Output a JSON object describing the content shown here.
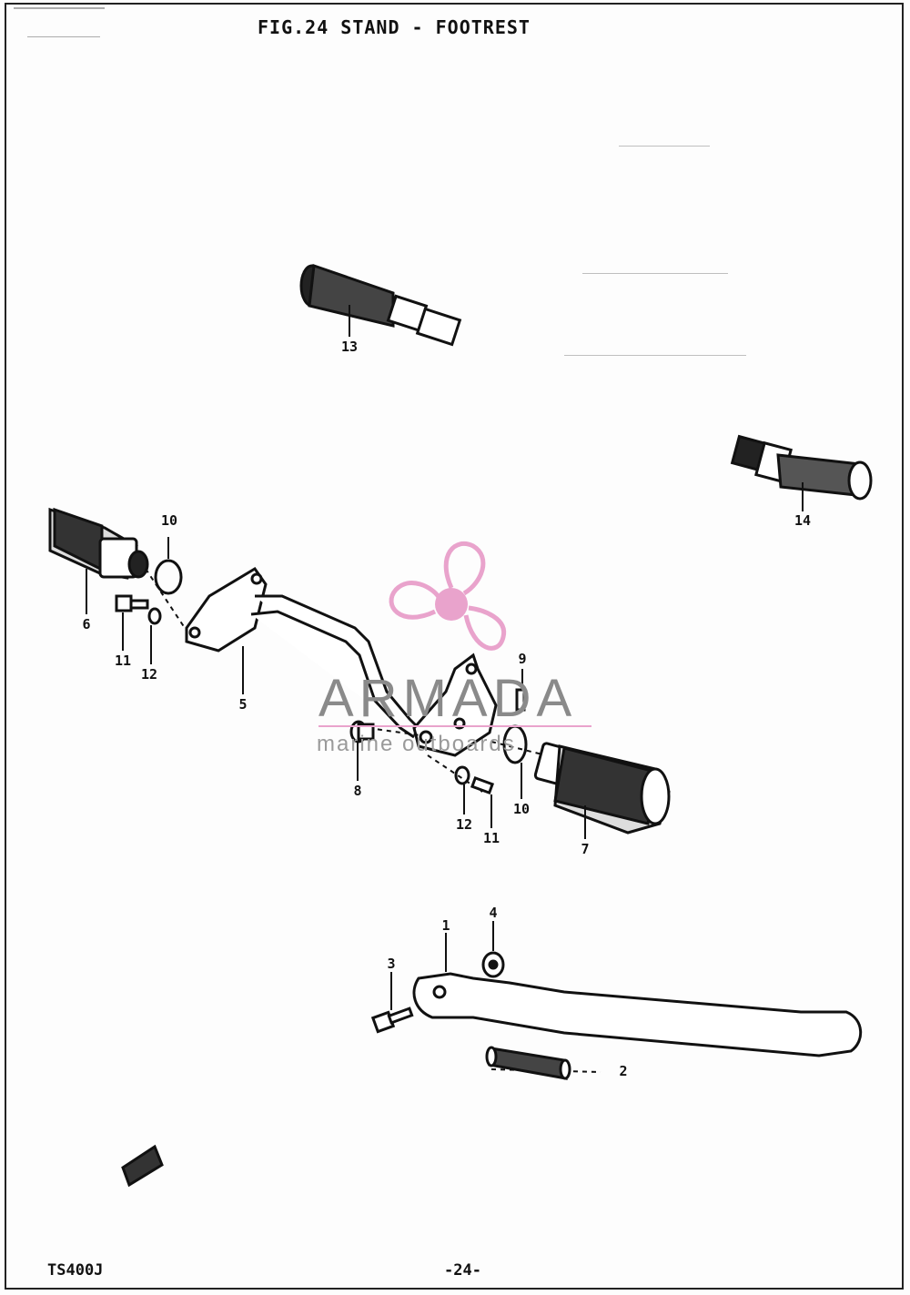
{
  "title": "FIG.24  STAND - FOOTREST",
  "footer": {
    "model": "TS400J",
    "page_number": "-24-"
  },
  "watermark": {
    "brand": "ARMADA",
    "tagline": "marine outboards",
    "logo_color": "#e9a3cc"
  },
  "callouts": [
    "1",
    "2",
    "3",
    "4",
    "5",
    "6",
    "7",
    "8",
    "9",
    "10",
    "10",
    "11",
    "11",
    "12",
    "12",
    "13",
    "14"
  ],
  "parts": [
    "side-stand",
    "stand-spring",
    "stand-bolt",
    "stand-nut",
    "footrest-bracket",
    "footrest-left",
    "footrest-right",
    "bracket-pin",
    "cotter-pin",
    "washer",
    "washer",
    "bracket-bolt",
    "bracket-bolt",
    "lock-washer",
    "lock-washer",
    "rear-footrest-left",
    "rear-footrest-right"
  ]
}
